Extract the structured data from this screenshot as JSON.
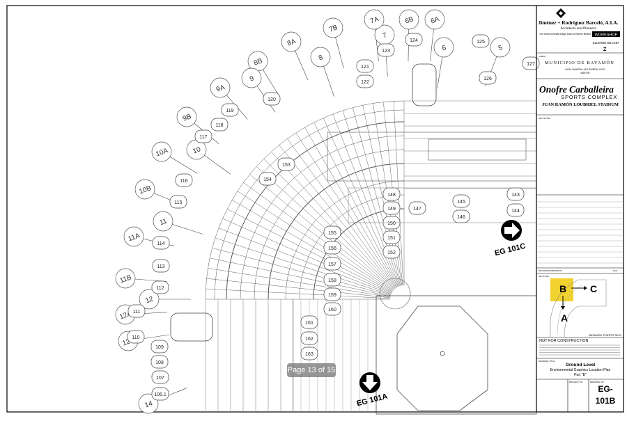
{
  "viewer": {
    "page_indicator": "Page 13 of 15"
  },
  "drawing": {
    "sector_labels": [
      "5",
      "6",
      "6A",
      "6B",
      "7",
      "7A",
      "7B",
      "8",
      "8A",
      "8B",
      "9",
      "9A",
      "9B",
      "10",
      "10A",
      "10B",
      "11",
      "11A",
      "11B",
      "12",
      "12A",
      "12B",
      "14"
    ],
    "callouts": [
      "125",
      "124",
      "123",
      "127",
      "126",
      "121",
      "122",
      "120",
      "119",
      "118",
      "117",
      "116",
      "115",
      "114",
      "113",
      "112",
      "111",
      "110",
      "109",
      "108",
      "107",
      "106.1",
      "153",
      "154",
      "148",
      "149",
      "150",
      "151",
      "152",
      "155",
      "156",
      "157",
      "158",
      "159",
      "160",
      "161",
      "162",
      "163",
      "145",
      "146",
      "147",
      "143",
      "144"
    ],
    "arrow_right_label": "EG 101C",
    "arrow_down_label": "EG 101A"
  },
  "title_block": {
    "architect_line1": "Jiménez + Rodríguez Barceló, A.I.A.",
    "architect_line2": "Architects and Planners",
    "design_team_note": "The environmental design team of Ellerbe Becket",
    "workshop_label": "WORKSHOP",
    "ellerbe_label": "ELLERBE BECKET",
    "client_label": "CLIENT",
    "municipality": "MUNICIPIO DE BAYAMÓN",
    "mayor_name": "HON. RAMÓN LUIS RIVERA, HIJO",
    "mayor_title": "MAYOR",
    "project_name_line1": "Onofre Carballeira",
    "project_name_line2": "SPORTS COMPLEX",
    "project_name_line3": "JUAN RAMÓN LOUBRIEL STADIUM",
    "key_notes_label": "KEY NOTES",
    "revision_label": "REVISION/SUBMISSION",
    "date_label": "Date",
    "key_plan_label": "KEY PLAN",
    "key_letters": {
      "b": "B",
      "c": "C",
      "a": "A"
    },
    "location_text": "BAYAMÓN, PUERTO RICO",
    "not_for_construction": "NOT FOR CONSTRUCTION",
    "drawing_title_label": "DRAWING TITLE",
    "drawing_title_line1": "Ground Level",
    "drawing_title_line2": "Environmental Graphics Location Plan",
    "drawing_title_line3": "Part \"B\"",
    "drawn_label": "PROJECT NO.",
    "sheet_label": "DRAWING NO.",
    "sheet_number_line1": "EG-",
    "sheet_number_line2": "101B",
    "accent_color": "#f2d22e"
  }
}
